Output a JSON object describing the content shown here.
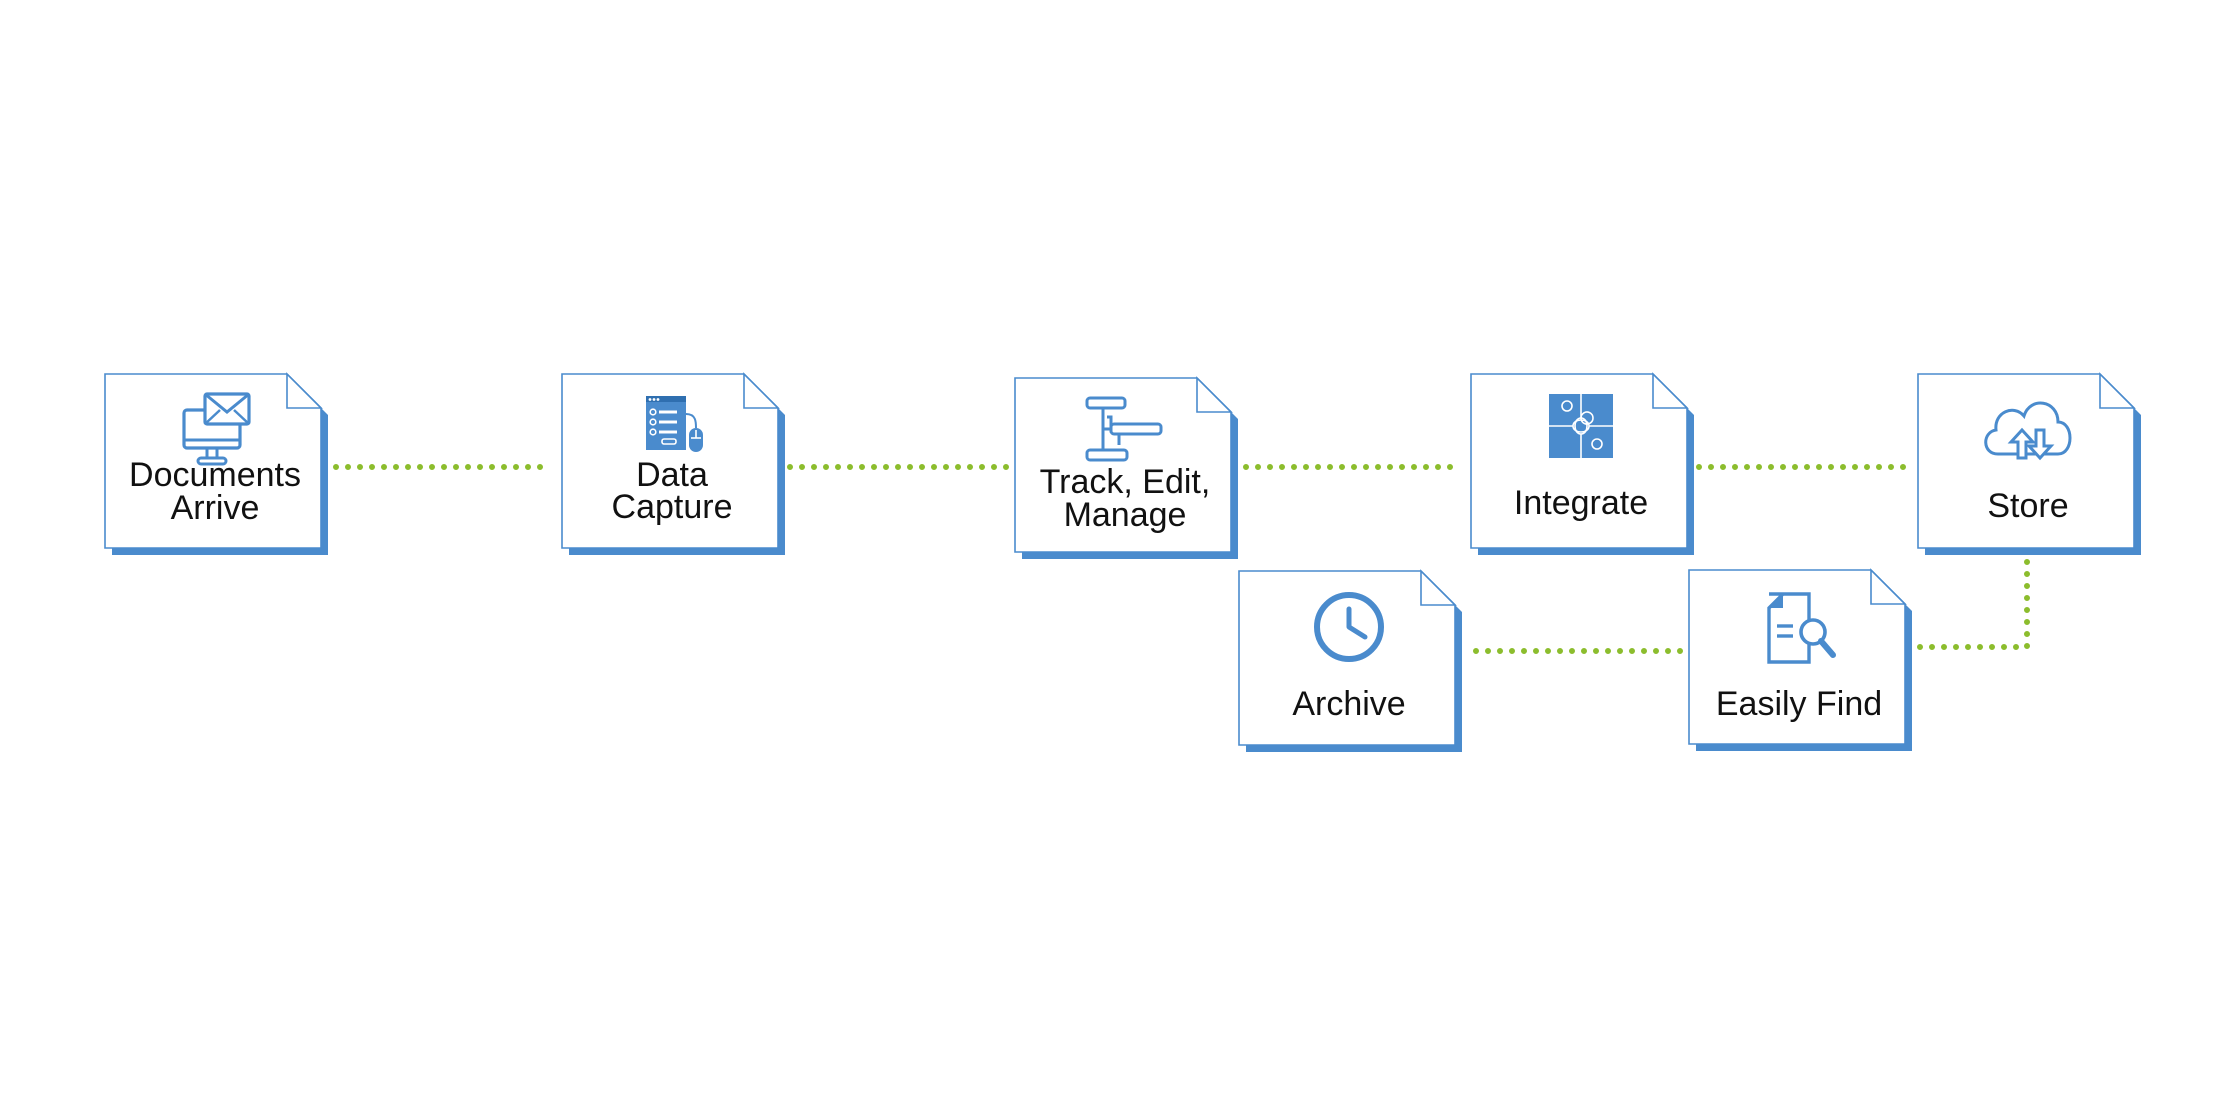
{
  "colors": {
    "accent": "#4a8bcd",
    "connector": "#8cbd2d",
    "card_fill": "#ffffff",
    "label": "#111111"
  },
  "steps": [
    {
      "id": "documents-arrive",
      "label_lines": [
        "Documents",
        "Arrive"
      ],
      "icon": "computer-mail-icon"
    },
    {
      "id": "data-capture",
      "label_lines": [
        "Data",
        "Capture"
      ],
      "icon": "form-mouse-icon"
    },
    {
      "id": "track-edit-manage",
      "label_lines": [
        "Track, Edit,",
        "Manage"
      ],
      "icon": "gantt-icon"
    },
    {
      "id": "integrate",
      "label_lines": [
        "Integrate"
      ],
      "icon": "puzzle-icon"
    },
    {
      "id": "store",
      "label_lines": [
        "Store"
      ],
      "icon": "cloud-sync-icon"
    },
    {
      "id": "easily-find",
      "label_lines": [
        "Easily Find"
      ],
      "icon": "document-search-icon"
    },
    {
      "id": "archive",
      "label_lines": [
        "Archive"
      ],
      "icon": "clock-icon"
    }
  ],
  "connections": [
    [
      "documents-arrive",
      "data-capture"
    ],
    [
      "data-capture",
      "track-edit-manage"
    ],
    [
      "track-edit-manage",
      "integrate"
    ],
    [
      "integrate",
      "store"
    ],
    [
      "store",
      "easily-find"
    ],
    [
      "easily-find",
      "archive"
    ]
  ]
}
